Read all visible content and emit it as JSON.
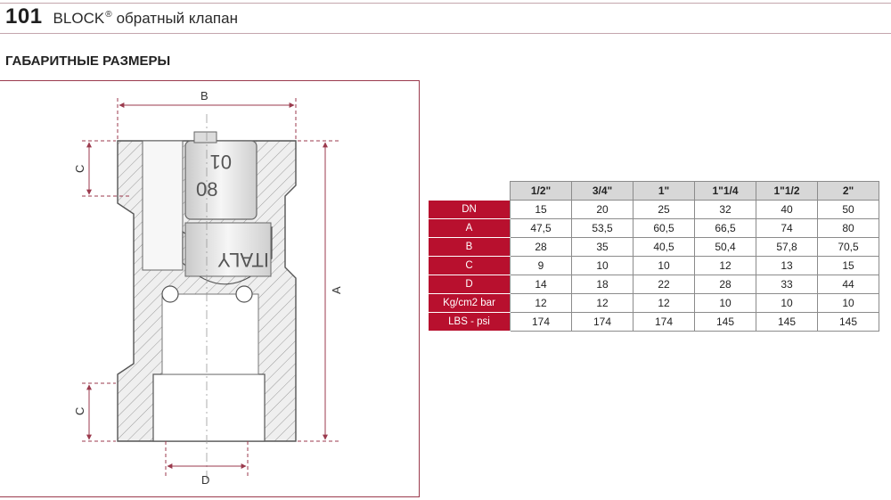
{
  "header": {
    "number": "101",
    "brand": "BLOCK",
    "registered": "®",
    "description": "обратный клапан"
  },
  "section_title": "ГАБАРИТНЫЕ РАЗМЕРЫ",
  "drawing": {
    "labels": {
      "b": "B",
      "a": "A",
      "c_top": "C",
      "c_bottom": "C",
      "d": "D"
    },
    "cap_text_1": "01",
    "cap_text_2": "08",
    "body_text": "ITALY"
  },
  "table": {
    "columns": [
      "1/2\"",
      "3/4\"",
      "1\"",
      "1\"1/4",
      "1\"1/2",
      "2\""
    ],
    "rows": [
      {
        "label": "DN",
        "values": [
          "15",
          "20",
          "25",
          "32",
          "40",
          "50"
        ]
      },
      {
        "label": "A",
        "values": [
          "47,5",
          "53,5",
          "60,5",
          "66,5",
          "74",
          "80"
        ]
      },
      {
        "label": "B",
        "values": [
          "28",
          "35",
          "40,5",
          "50,4",
          "57,8",
          "70,5"
        ]
      },
      {
        "label": "C",
        "values": [
          "9",
          "10",
          "10",
          "12",
          "13",
          "15"
        ]
      },
      {
        "label": "D",
        "values": [
          "14",
          "18",
          "22",
          "28",
          "33",
          "44"
        ]
      },
      {
        "label": "Kg/cm2 bar",
        "values": [
          "12",
          "12",
          "12",
          "10",
          "10",
          "10"
        ]
      },
      {
        "label": "LBS - psi",
        "values": [
          "174",
          "174",
          "174",
          "145",
          "145",
          "145"
        ]
      }
    ]
  },
  "colors": {
    "accent": "#b8102e",
    "header_gray": "#d7d7d7",
    "frame": "#9b3a4d"
  }
}
